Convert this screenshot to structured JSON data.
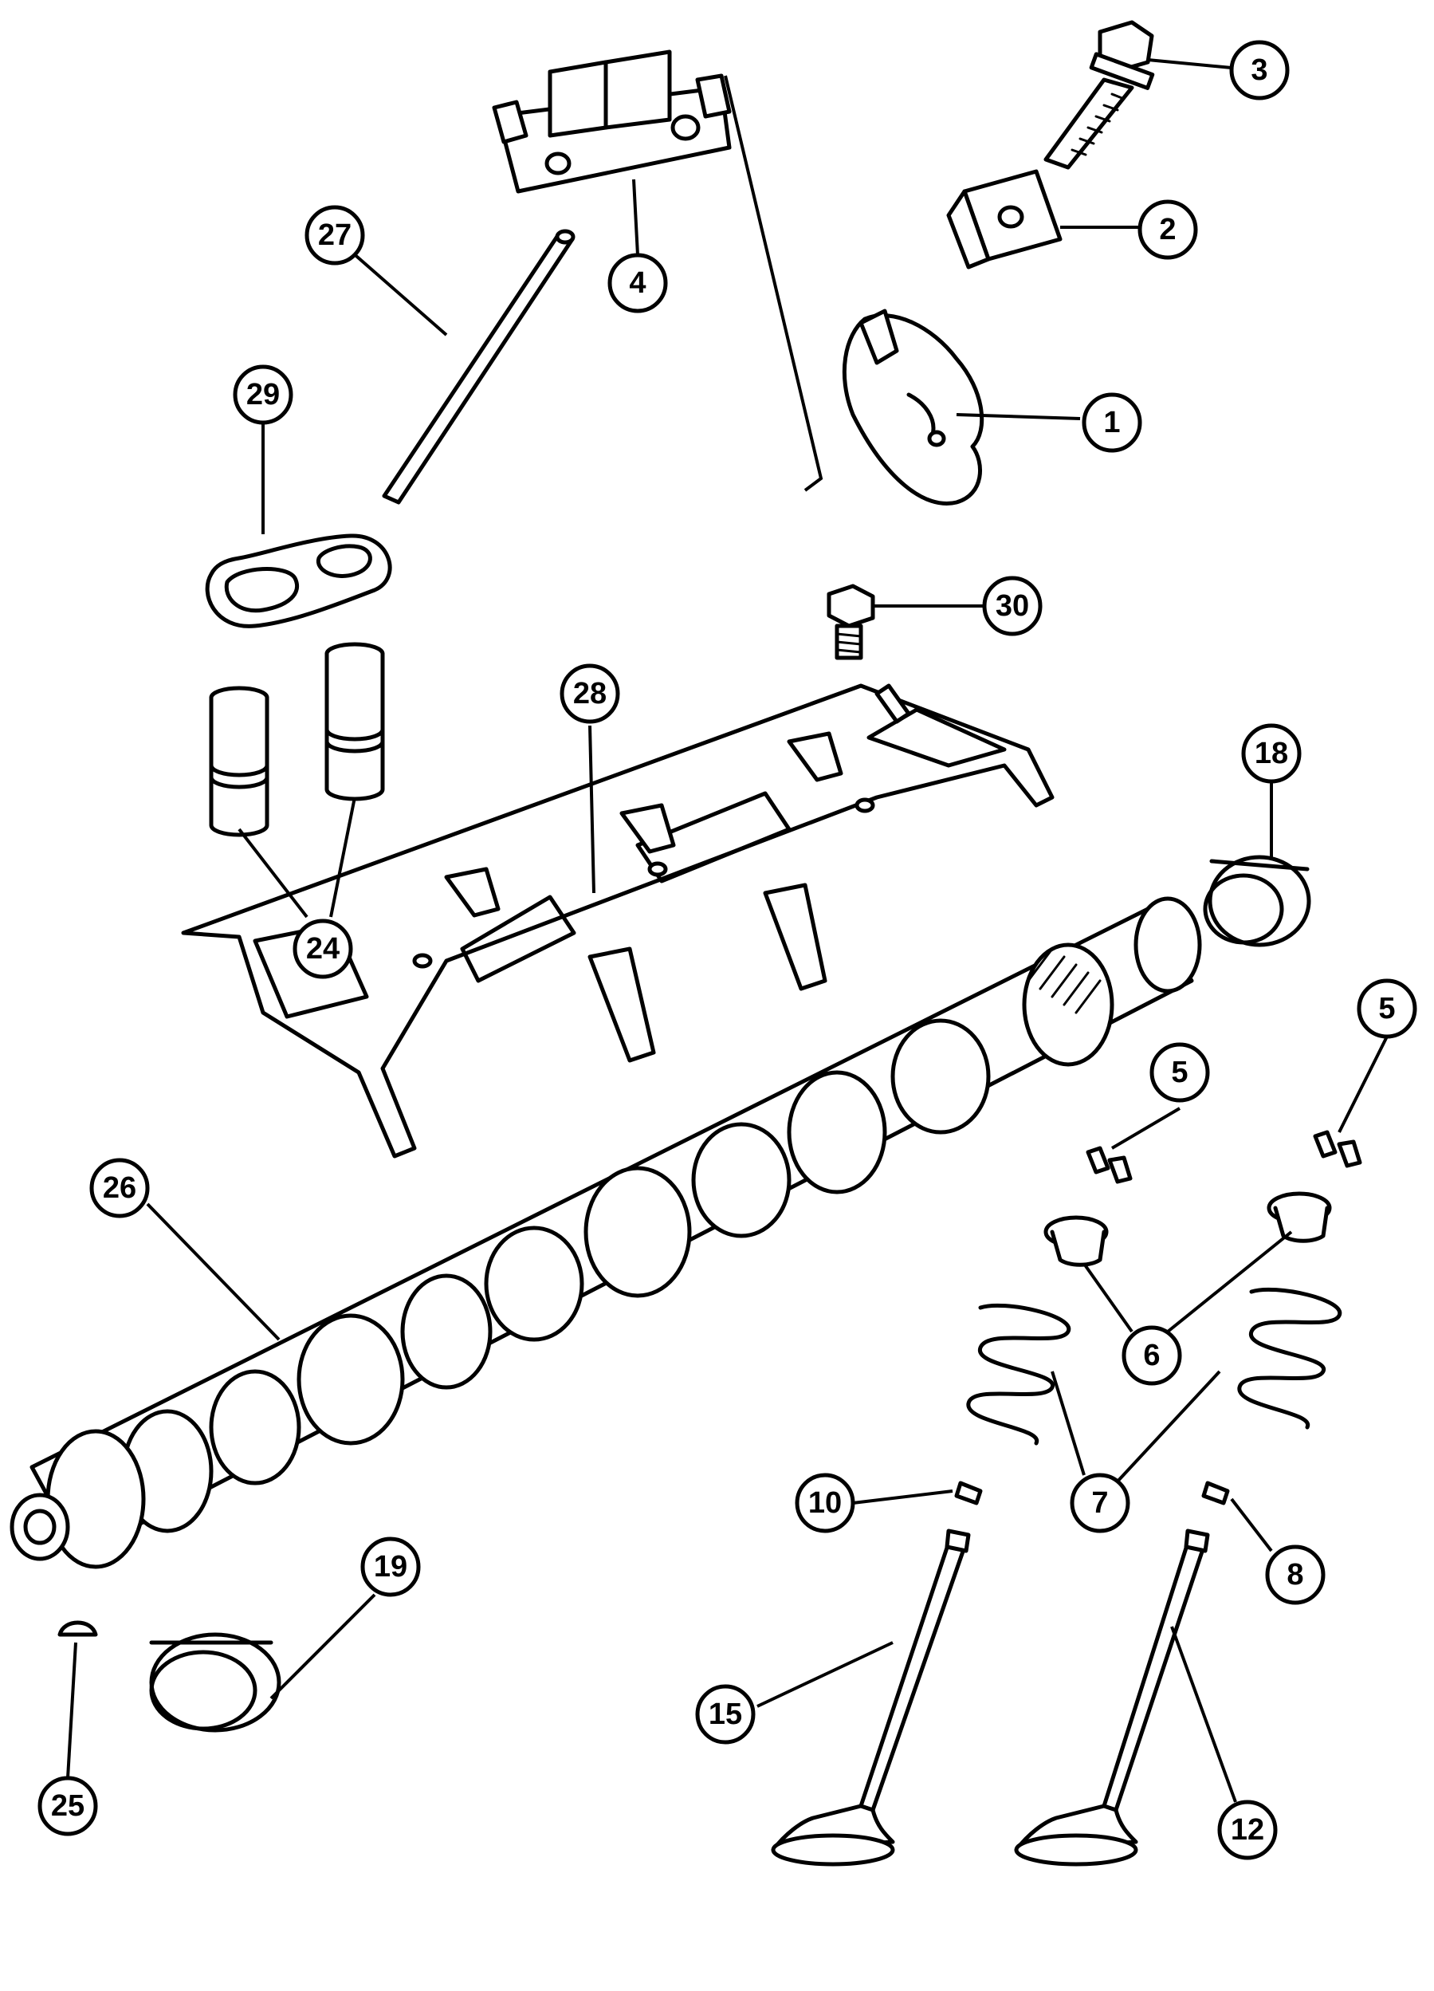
{
  "diagram": {
    "callouts": [
      {
        "id": "c3",
        "label": "3"
      },
      {
        "id": "c2",
        "label": "2"
      },
      {
        "id": "c27",
        "label": "27"
      },
      {
        "id": "c4",
        "label": "4"
      },
      {
        "id": "c29",
        "label": "29"
      },
      {
        "id": "c1",
        "label": "1"
      },
      {
        "id": "c30",
        "label": "30"
      },
      {
        "id": "c28",
        "label": "28"
      },
      {
        "id": "c18",
        "label": "18"
      },
      {
        "id": "c24",
        "label": "24"
      },
      {
        "id": "c5a",
        "label": "5"
      },
      {
        "id": "c5b",
        "label": "5"
      },
      {
        "id": "c26",
        "label": "26"
      },
      {
        "id": "c6",
        "label": "6"
      },
      {
        "id": "c7",
        "label": "7"
      },
      {
        "id": "c10",
        "label": "10"
      },
      {
        "id": "c8",
        "label": "8"
      },
      {
        "id": "c19",
        "label": "19"
      },
      {
        "id": "c15",
        "label": "15"
      },
      {
        "id": "c25",
        "label": "25"
      },
      {
        "id": "c12",
        "label": "12"
      }
    ]
  }
}
